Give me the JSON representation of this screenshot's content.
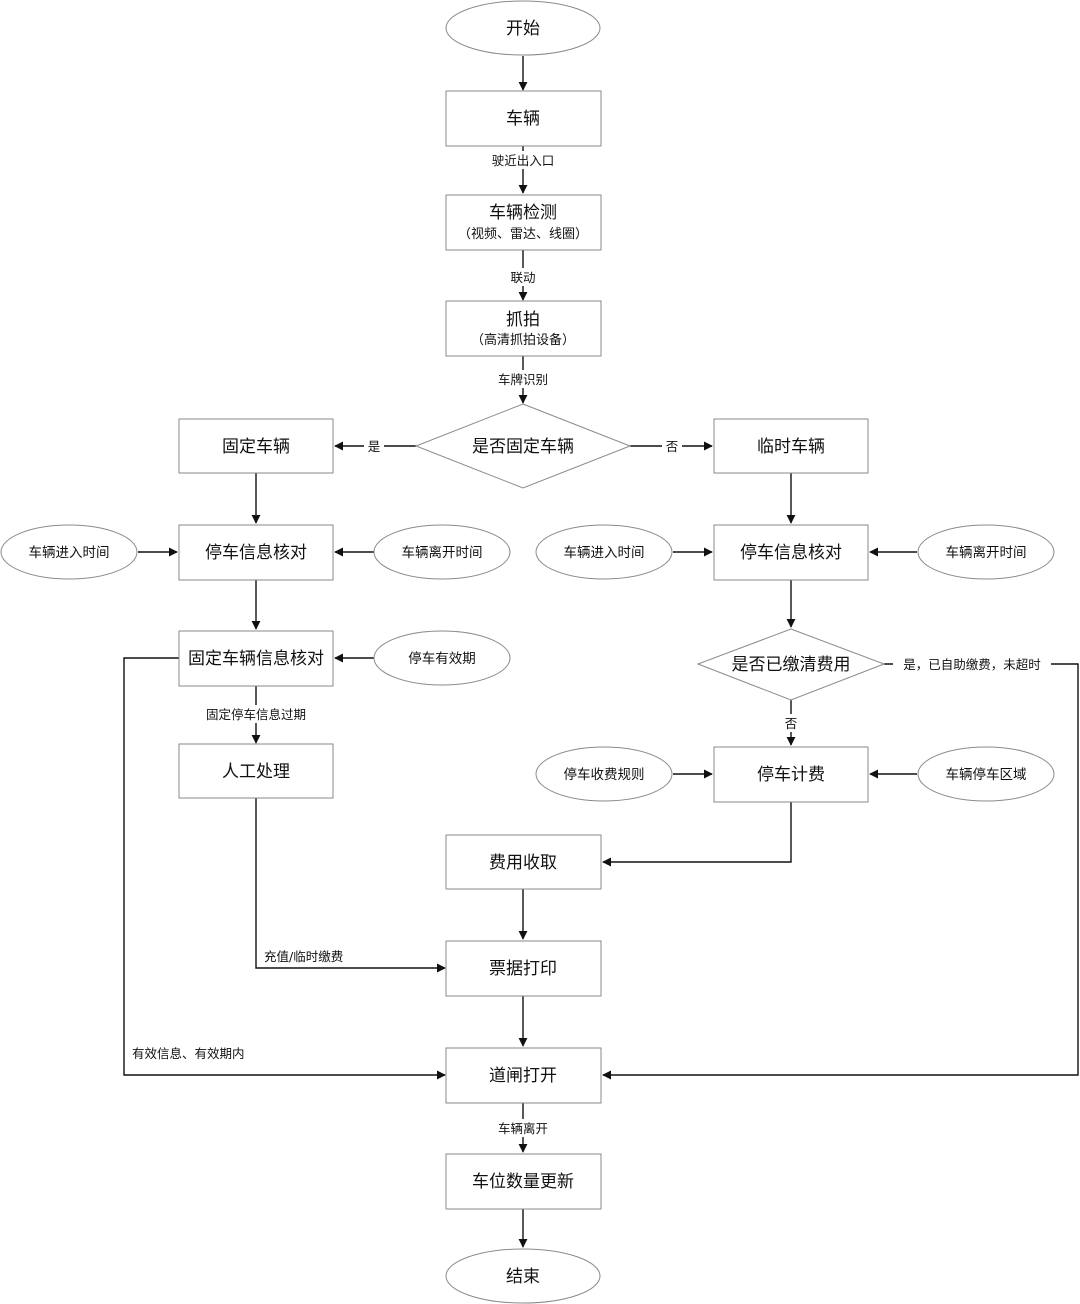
{
  "nodes": {
    "start": "开始",
    "vehicle": "车辆",
    "detect": {
      "title": "车辆检测",
      "sub": "（视频、雷达、线圈）"
    },
    "capture": {
      "title": "抓拍",
      "sub": "（高清抓拍设备）"
    },
    "is_fixed": "是否固定车辆",
    "fixed_vehicle": "固定车辆",
    "temp_vehicle": "临时车辆",
    "check_left": "停车信息核对",
    "check_right": "停车信息核对",
    "in_time_left": "车辆进入时间",
    "out_time_left": "车辆离开时间",
    "in_time_right": "车辆进入时间",
    "out_time_right": "车辆离开时间",
    "fixed_info_check": "固定车辆信息核对",
    "valid_period": "停车有效期",
    "manual": "人工处理",
    "is_paid": "是否已缴清费用",
    "billing": "停车计费",
    "fee_rules": "停车收费规则",
    "parking_area": "车辆停车区域",
    "fee_collect": "费用收取",
    "ticket_print": "票据打印",
    "gate_open": "道闸打开",
    "space_update": "车位数量更新",
    "end": "结束"
  },
  "edge_labels": {
    "approach": "驶近出入口",
    "linkage": "联动",
    "plate_recognition": "车牌识别",
    "yes": "是",
    "no": "否",
    "fixed_expired": "固定停车信息过期",
    "paid_not_overtime": "是，已自助缴费，未超时",
    "not_paid": "否",
    "recharge": "充值/临时缴费",
    "valid_info": "有效信息、有效期内",
    "vehicle_leave": "车辆离开"
  }
}
